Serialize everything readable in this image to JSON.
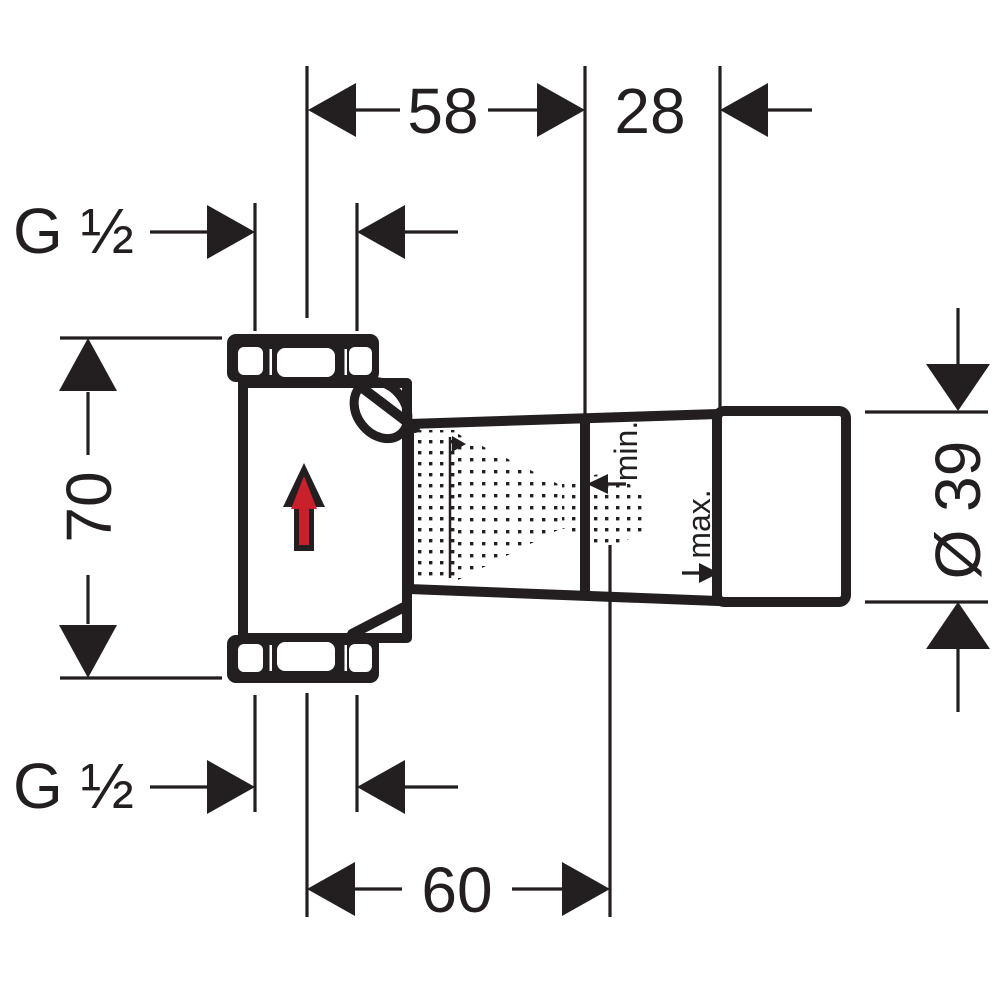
{
  "drawing": {
    "dimensions": {
      "top_width_mm": "58",
      "top_depth_mm": "28",
      "body_height_mm": "70",
      "bottom_depth_mm": "60",
      "cap_diameter": "Ø 39",
      "thread_top": "G ½",
      "thread_bottom": "G ½"
    },
    "labels": {
      "min": "min.",
      "max": "max."
    },
    "colors": {
      "line": "#231f20",
      "accent_red": "#c9212b",
      "background": "#ffffff"
    }
  }
}
